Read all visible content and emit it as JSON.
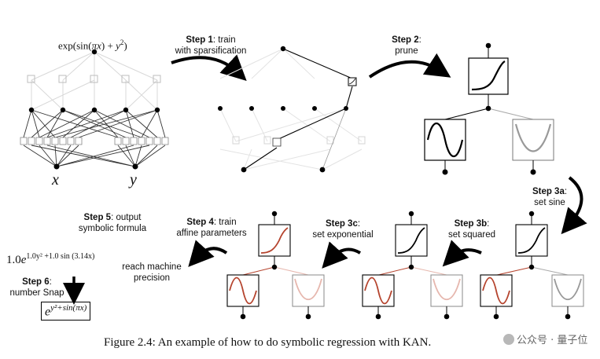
{
  "top_formula": {
    "prefix": "exp(sin(",
    "pi_x": "πx",
    "mid": ") + ",
    "y": "y",
    "sup": "2",
    "suffix": ")"
  },
  "inputs": {
    "x": "x",
    "y": "y"
  },
  "steps": {
    "s1": {
      "bold": "Step 1",
      "rest": ": train",
      "line2": "with sparsification"
    },
    "s2": {
      "bold": "Step 2",
      "rest": ":",
      "line2": "prune"
    },
    "s3a": {
      "bold": "Step 3a",
      "rest": ":",
      "line2": "set sine"
    },
    "s3b": {
      "bold": "Step 3b",
      "rest": ":",
      "line2": "set squared"
    },
    "s3c": {
      "bold": "Step 3c",
      "rest": ":",
      "line2": "set exponential"
    },
    "s4": {
      "bold": "Step 4",
      "rest": ": train",
      "line2": "affine parameters"
    },
    "s5": {
      "bold": "Step 5",
      "rest": ": output",
      "line2": "symbolic formula"
    },
    "s6": {
      "bold": "Step 6",
      "rest": ":",
      "line2": "number Snap"
    }
  },
  "reach": {
    "line1": "reach machine",
    "line2": "precision"
  },
  "output_formula": {
    "coef": "1.0",
    "e": "e",
    "exponent": "1.0y² +1.0 sin (3.14x)"
  },
  "final_formula": {
    "e": "e",
    "exponent": "y²+sin(πx)"
  },
  "caption": "Figure 2.4: An example of how to do symbolic regression with KAN.",
  "watermark": "公众号 · 量子位",
  "colors": {
    "ink": "#111111",
    "highlight": "#b5442e",
    "faded": "#c9c9c9",
    "pink": "#e6b7ae"
  }
}
